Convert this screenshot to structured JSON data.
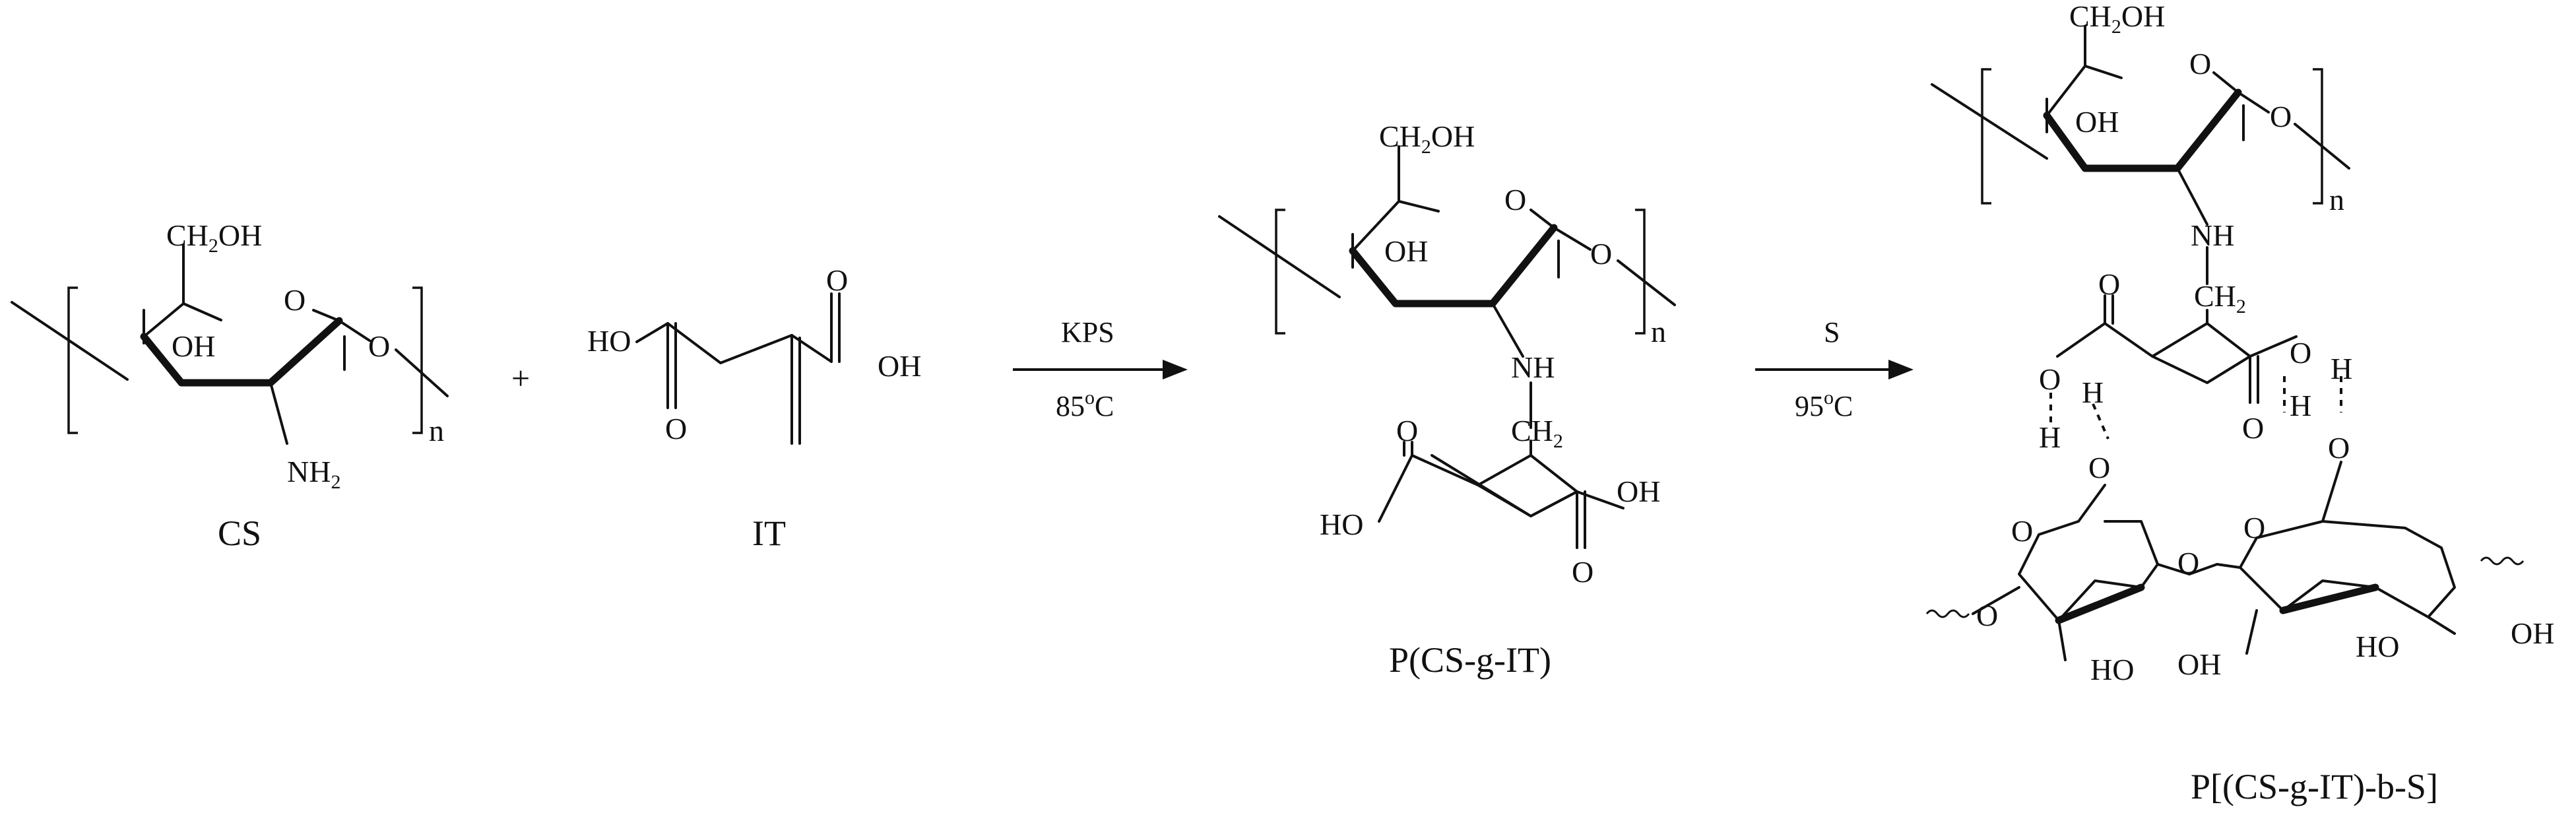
{
  "compounds": {
    "cs": "CS",
    "it": "IT",
    "graft": "P(CS-g-IT)",
    "product": "P[(CS-g-IT)-b-S]"
  },
  "operators": {
    "plus": "+"
  },
  "steps": [
    {
      "reagent": "KPS",
      "temp": "85",
      "unit": "C"
    },
    {
      "reagent": "S",
      "temp": "95",
      "unit": "C"
    }
  ],
  "degree_symbol": "o",
  "repeat_index": "n",
  "groups": {
    "ring_o": "O",
    "bridge_o": "O",
    "hydroxyl": "OH",
    "ho": "HO",
    "ch2oh_pre": "CH",
    "ch2oh_sub": "2",
    "ch2oh_post": "OH",
    "nh2_pre": "NH",
    "nh2_sub": "2",
    "nh": "NH",
    "ch2_pre": "CH",
    "ch2_sub": "2",
    "carbonyl_o": "O",
    "h": "H"
  }
}
